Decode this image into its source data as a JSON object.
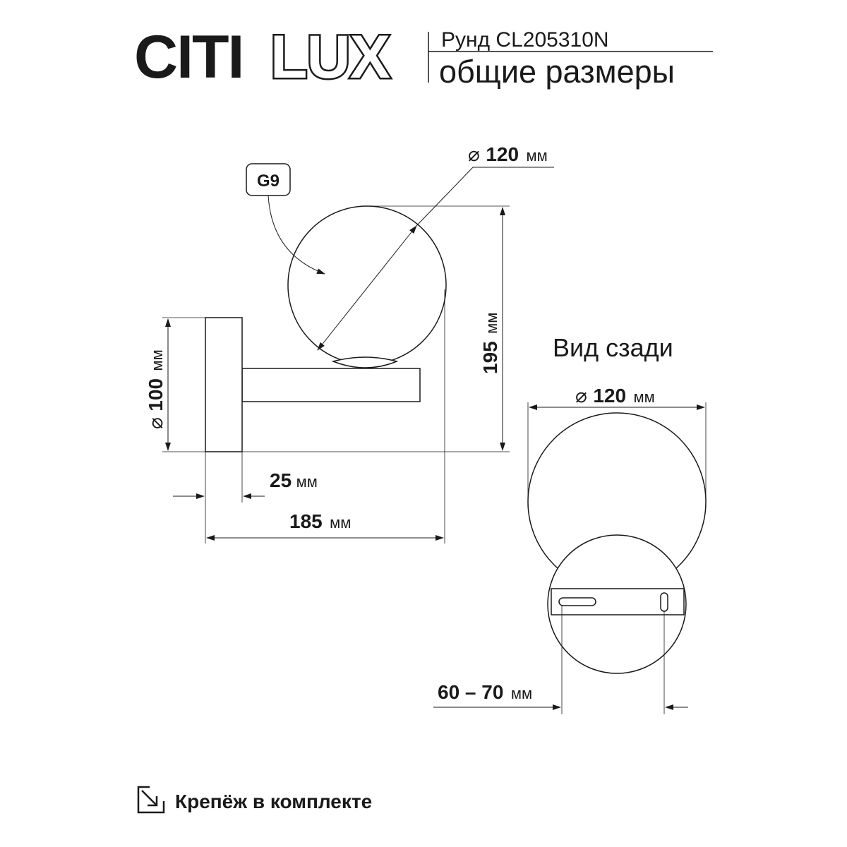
{
  "header": {
    "brand_left": "CITI",
    "brand_right": "LUX",
    "model": "Рунд CL205310N",
    "subtitle": "общие размеры"
  },
  "side_view": {
    "socket": "G9",
    "shade_diameter": {
      "value": "120",
      "unit": "мм",
      "symbol": "⌀"
    },
    "height": {
      "value": "195",
      "unit": "мм"
    },
    "base_diameter": {
      "value": "100",
      "unit": "мм",
      "symbol": "⌀"
    },
    "base_depth": {
      "value": "25",
      "unit": "мм"
    },
    "total_depth": {
      "value": "185",
      "unit": "мм"
    }
  },
  "rear_view": {
    "title": "Вид сзади",
    "shade_diameter": {
      "value": "120",
      "unit": "мм",
      "symbol": "⌀"
    },
    "mount_spacing": {
      "value": "60 – 70",
      "unit": "мм"
    }
  },
  "footer": {
    "icon": "mount-arrow-icon",
    "text": "Крепёж в комплекте"
  },
  "colors": {
    "line": "#1a1a1a",
    "background": "#ffffff"
  }
}
